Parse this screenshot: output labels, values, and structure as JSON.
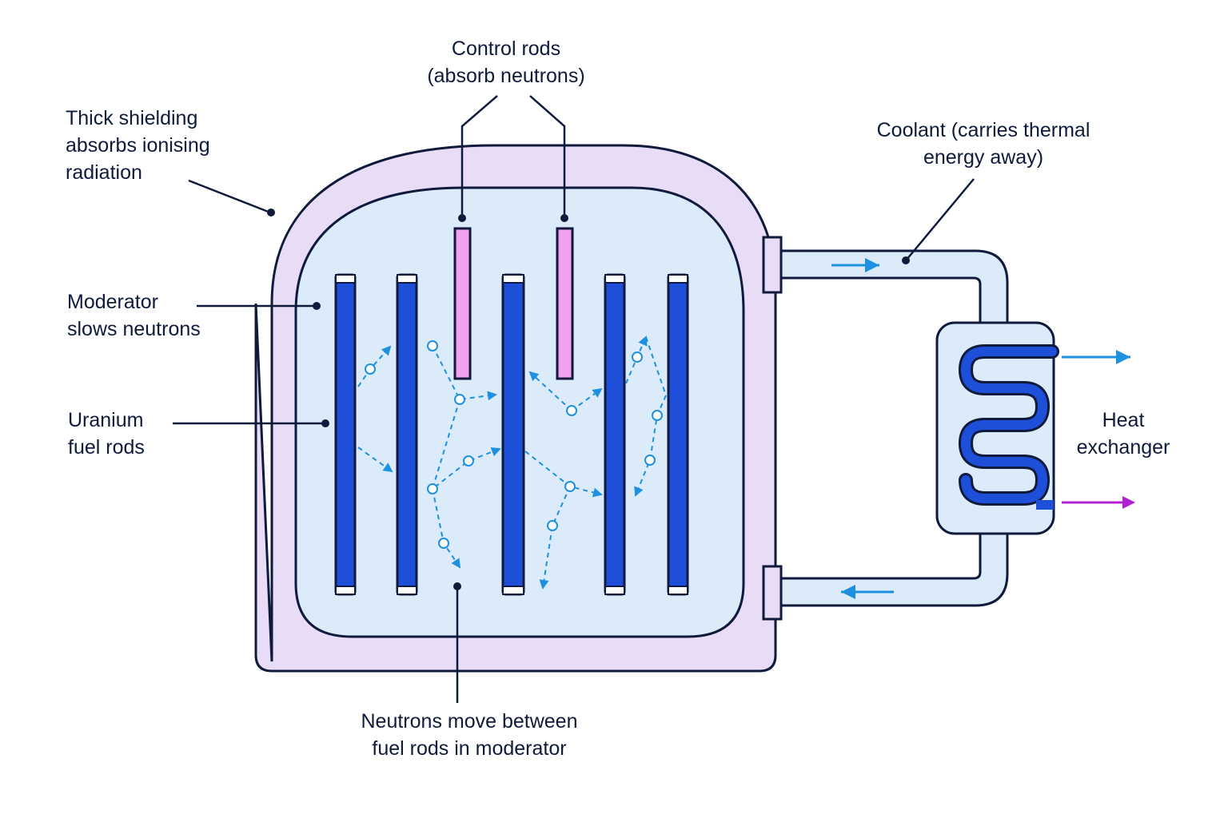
{
  "labels": {
    "control_rods": [
      "Control rods",
      "(absorb neutrons)"
    ],
    "shielding": [
      "Thick shielding",
      "absorbs ionising",
      "radiation"
    ],
    "moderator": [
      "Moderator",
      "slows neutrons"
    ],
    "fuel_rods": [
      "Uranium",
      "fuel rods"
    ],
    "neutrons": [
      "Neutrons move between",
      "fuel rods in moderator"
    ],
    "coolant": [
      "Coolant (carries thermal",
      "energy away)"
    ],
    "heat_exchanger": [
      "Heat",
      "exchanger"
    ]
  },
  "colors": {
    "outline": "#0f1a3c",
    "shielding_fill": "#e9dcf7",
    "moderator_fill": "#dcebfa",
    "fuel_rod": "#1d4fd8",
    "control_rod": "#f0a0ec",
    "neutron_path": "#1e90e0",
    "pipe_fill": "#dcebfa",
    "hot_arrow": "#1e90e0",
    "outlet_arrow": "#b020d0"
  }
}
